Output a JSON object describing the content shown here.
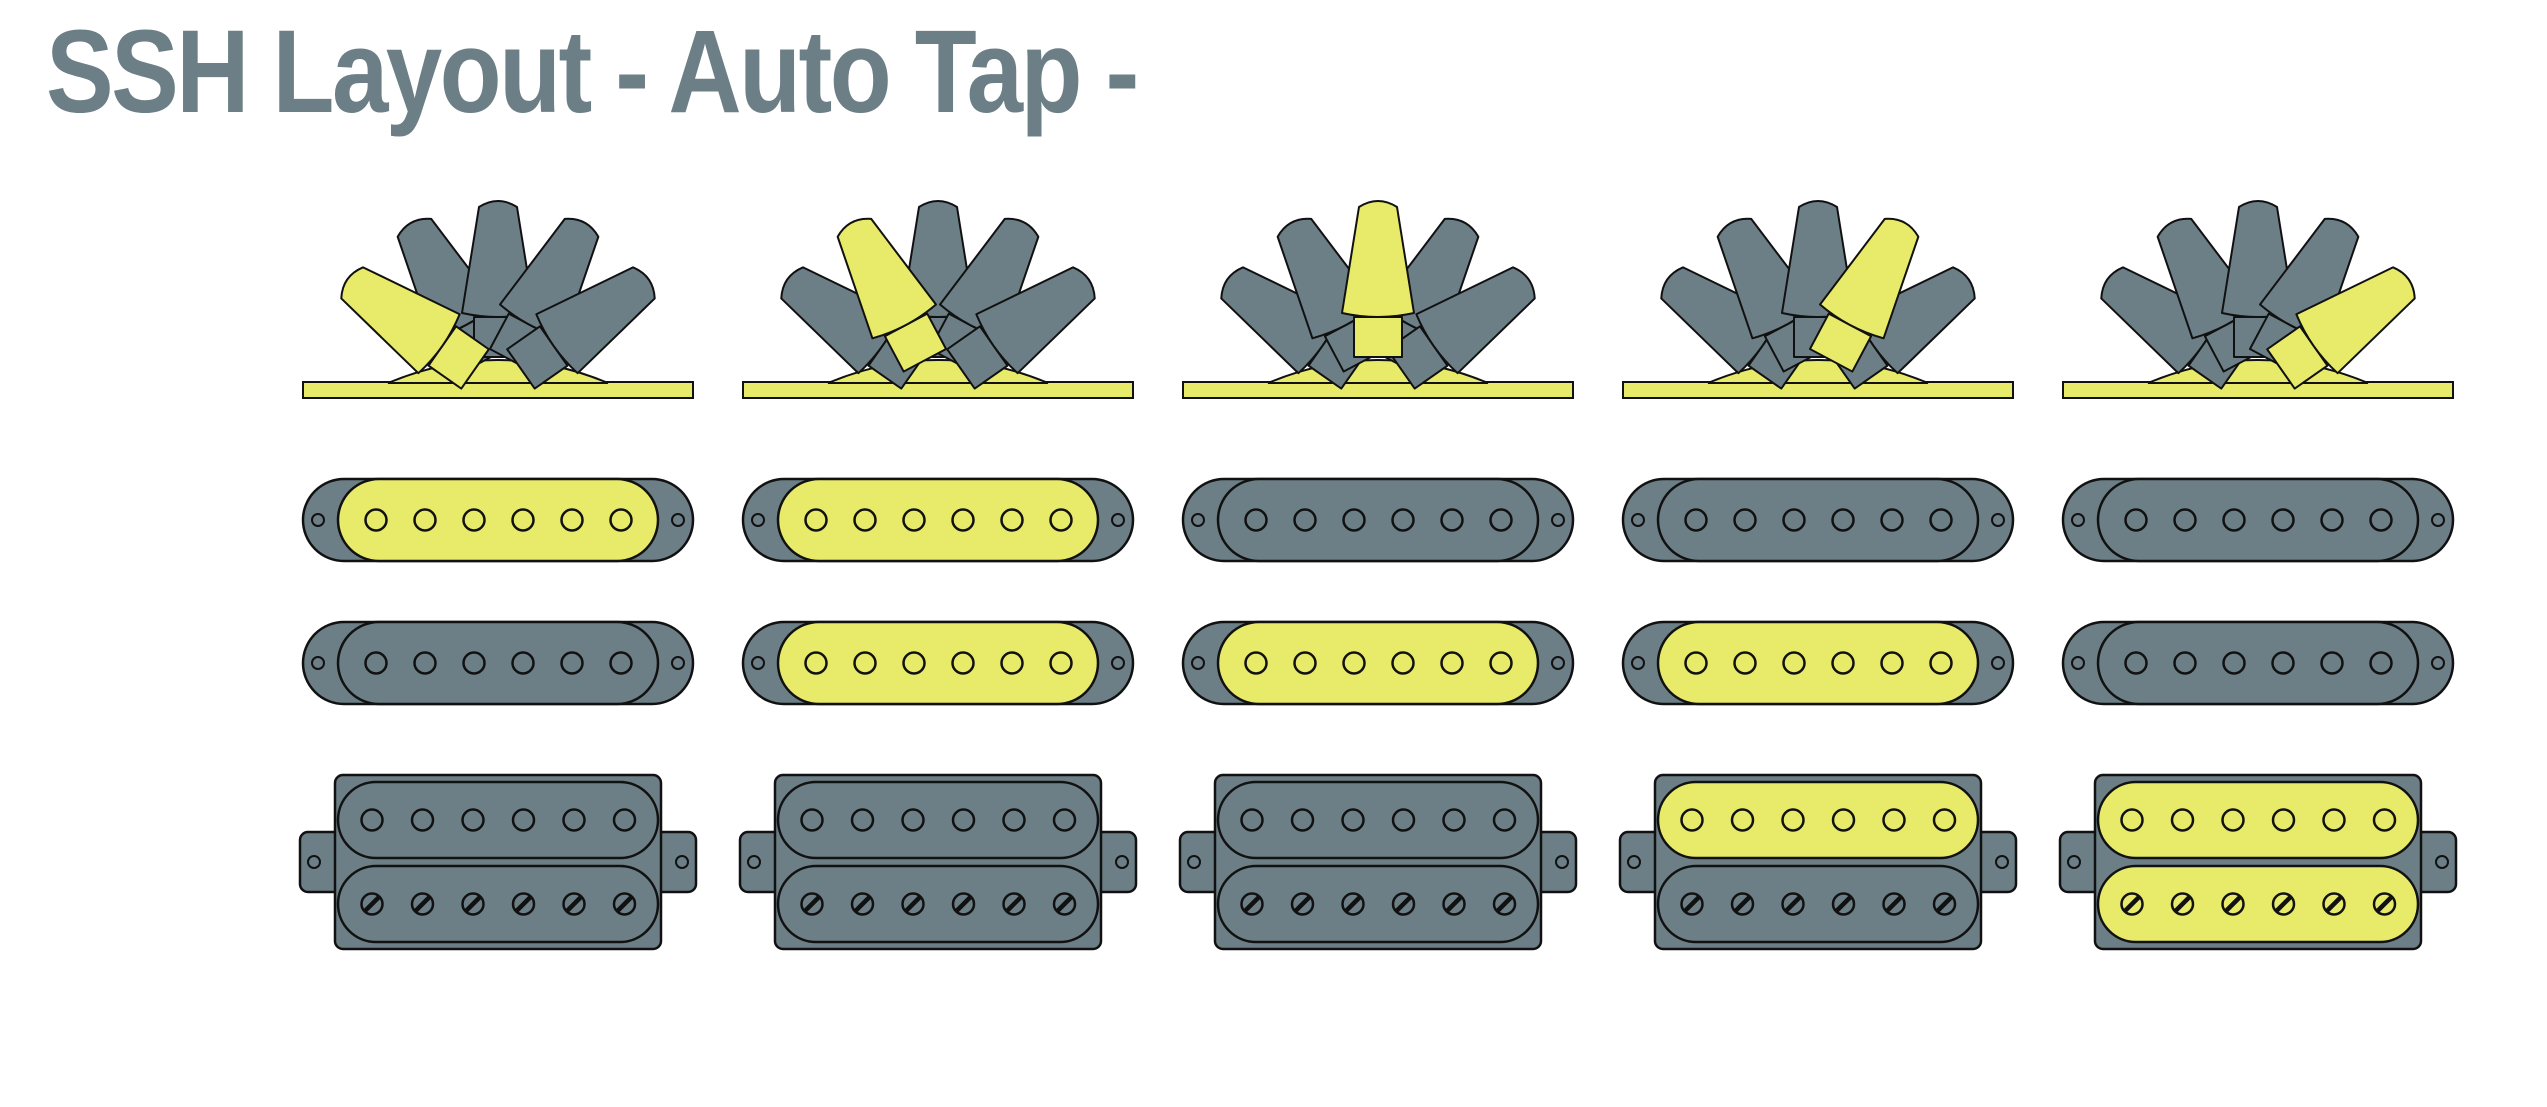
{
  "title": "SSH Layout - Auto Tap -",
  "colors": {
    "title": "#6d7f86",
    "active": "#e8ea6a",
    "inactive": "#6d7f86",
    "outline": "#111111",
    "background": "#ffffff"
  },
  "switch_positions": [
    {
      "position": 1,
      "lever_active_index": 0,
      "neck_single": true,
      "middle_single": false,
      "humbucker_north": false,
      "humbucker_south": false
    },
    {
      "position": 2,
      "lever_active_index": 1,
      "neck_single": true,
      "middle_single": true,
      "humbucker_north": false,
      "humbucker_south": false
    },
    {
      "position": 3,
      "lever_active_index": 2,
      "neck_single": false,
      "middle_single": true,
      "humbucker_north": false,
      "humbucker_south": false
    },
    {
      "position": 4,
      "lever_active_index": 3,
      "neck_single": false,
      "middle_single": true,
      "humbucker_north": true,
      "humbucker_south": false
    },
    {
      "position": 5,
      "lever_active_index": 4,
      "neck_single": false,
      "middle_single": false,
      "humbucker_north": true,
      "humbucker_south": true
    }
  ]
}
